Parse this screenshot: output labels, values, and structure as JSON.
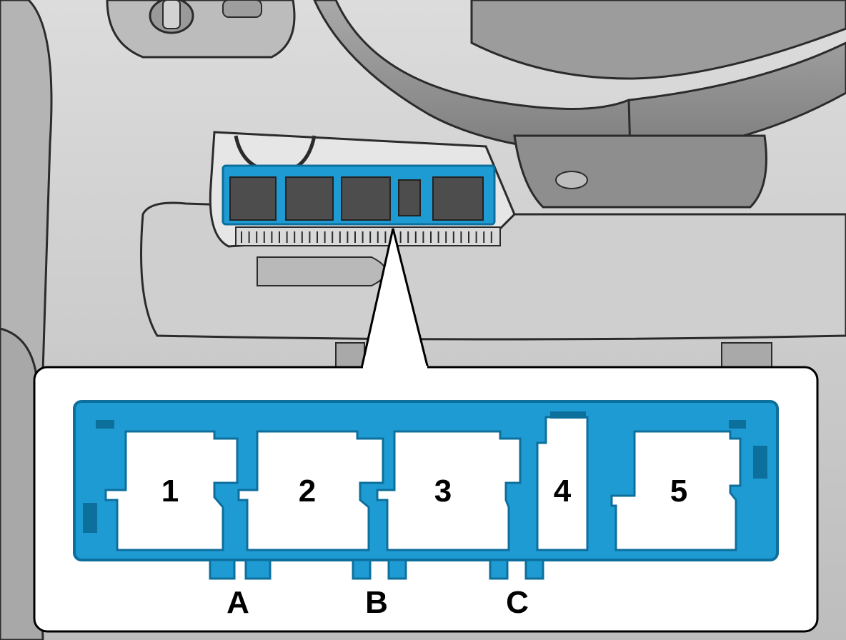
{
  "diagram": {
    "relay_slots": [
      {
        "label": "1"
      },
      {
        "label": "2"
      },
      {
        "label": "3"
      },
      {
        "label": "4"
      },
      {
        "label": "5"
      }
    ],
    "connectors": [
      {
        "label": "A"
      },
      {
        "label": "B"
      },
      {
        "label": "C"
      }
    ],
    "colors": {
      "panel_blue": "#1f9bd3",
      "panel_blue_dark": "#0d6f9c",
      "slot_white": "#ffffff",
      "callout_border": "#000000",
      "dashboard_gray": "#c9c9c9",
      "line_dark": "#2b2b2b"
    }
  }
}
